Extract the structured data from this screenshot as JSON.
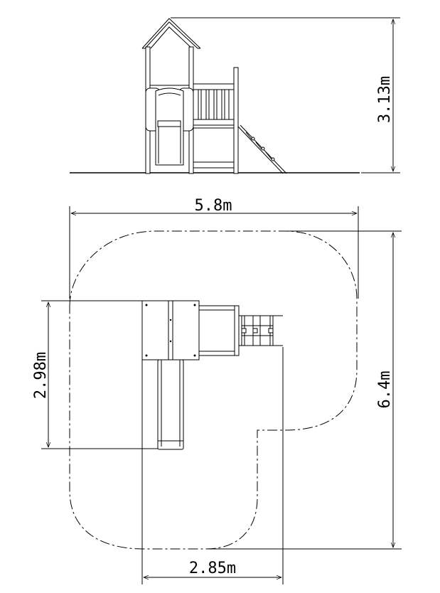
{
  "dimensions": {
    "height": "3.13m",
    "width_total": "5.8m",
    "depth_total": "6.4m",
    "slide_span": "2.98m",
    "tower_width": "2.85m"
  },
  "colors": {
    "line": "#000000",
    "background": "#ffffff"
  }
}
